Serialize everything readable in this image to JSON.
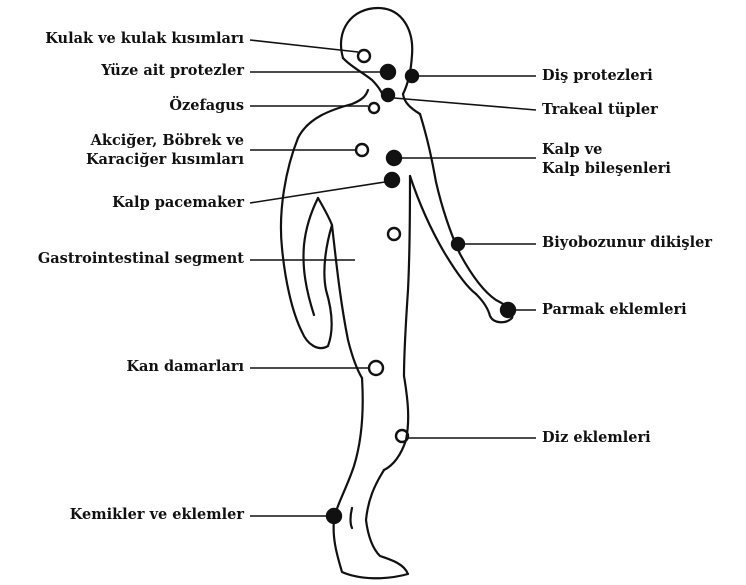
{
  "diagram": {
    "style": {
      "ink": "#111111",
      "paper": "#ffffff"
    },
    "labels": {
      "ear_parts": "Kulak ve kulak kısımları",
      "facial_prostheses": "Yüze ait protezler",
      "esophagus": "Özefagus",
      "lung_kidney_liver_line1": "Akciğer, Böbrek ve",
      "lung_kidney_liver_line2": "Karaciğer kısımları",
      "pacemaker": "Kalp pacemaker",
      "gastrointestinal": "Gastrointestinal segment",
      "blood_vessels": "Kan damarları",
      "bones_joints": "Kemikler ve eklemler",
      "dental_prostheses": "Diş protezleri",
      "tracheal_tubes": "Trakeal tüpler",
      "heart_line1": "Kalp ve",
      "heart_line2": "Kalp bileşenleri",
      "biodegradable_sutures": "Biyobozunur dikişler",
      "finger_joints": "Parmak eklemleri",
      "knee_joints": "Diz eklemleri"
    }
  }
}
